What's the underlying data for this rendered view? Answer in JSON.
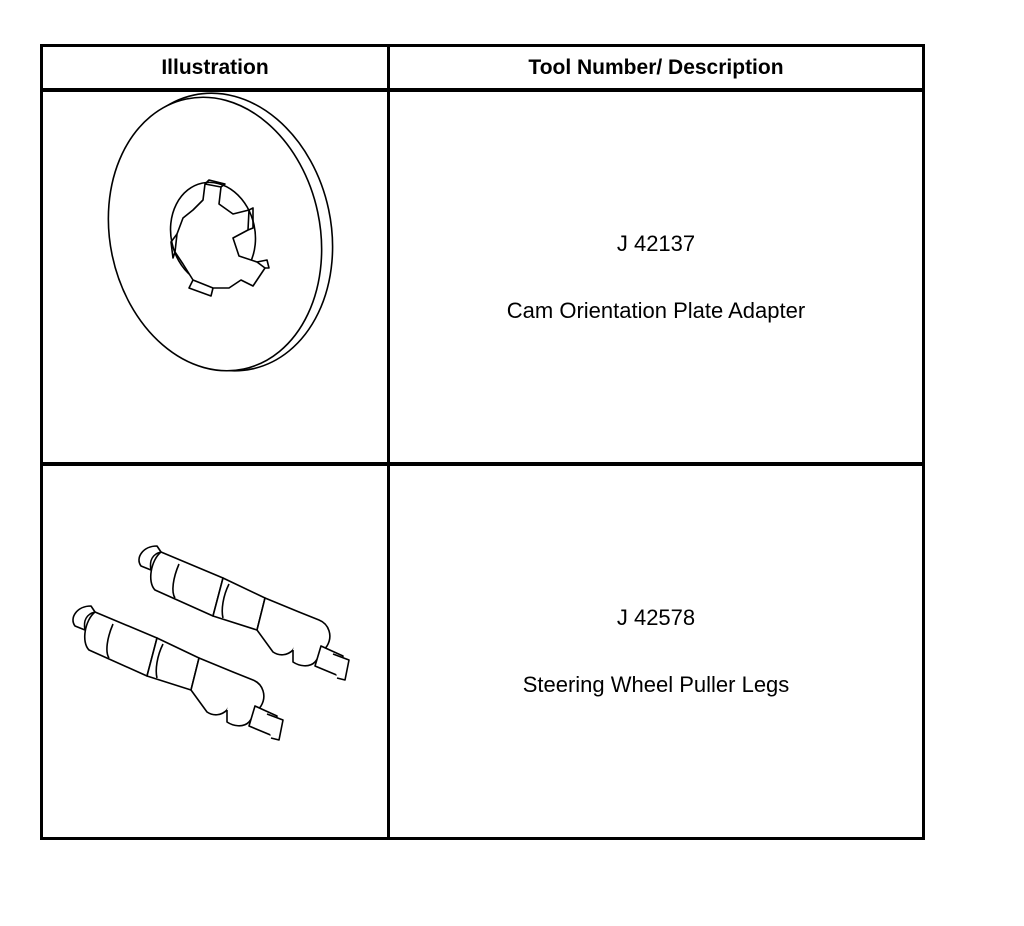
{
  "table": {
    "headers": {
      "illustration": "Illustration",
      "tool": "Tool Number/ Description"
    },
    "rows": [
      {
        "illustration_icon": "cam-orientation-plate-adapter-drawing",
        "tool_number": "J 42137",
        "description": "Cam Orientation Plate Adapter"
      },
      {
        "illustration_icon": "steering-wheel-puller-legs-drawing",
        "tool_number": "J 42578",
        "description": "Steering Wheel Puller Legs"
      }
    ]
  }
}
